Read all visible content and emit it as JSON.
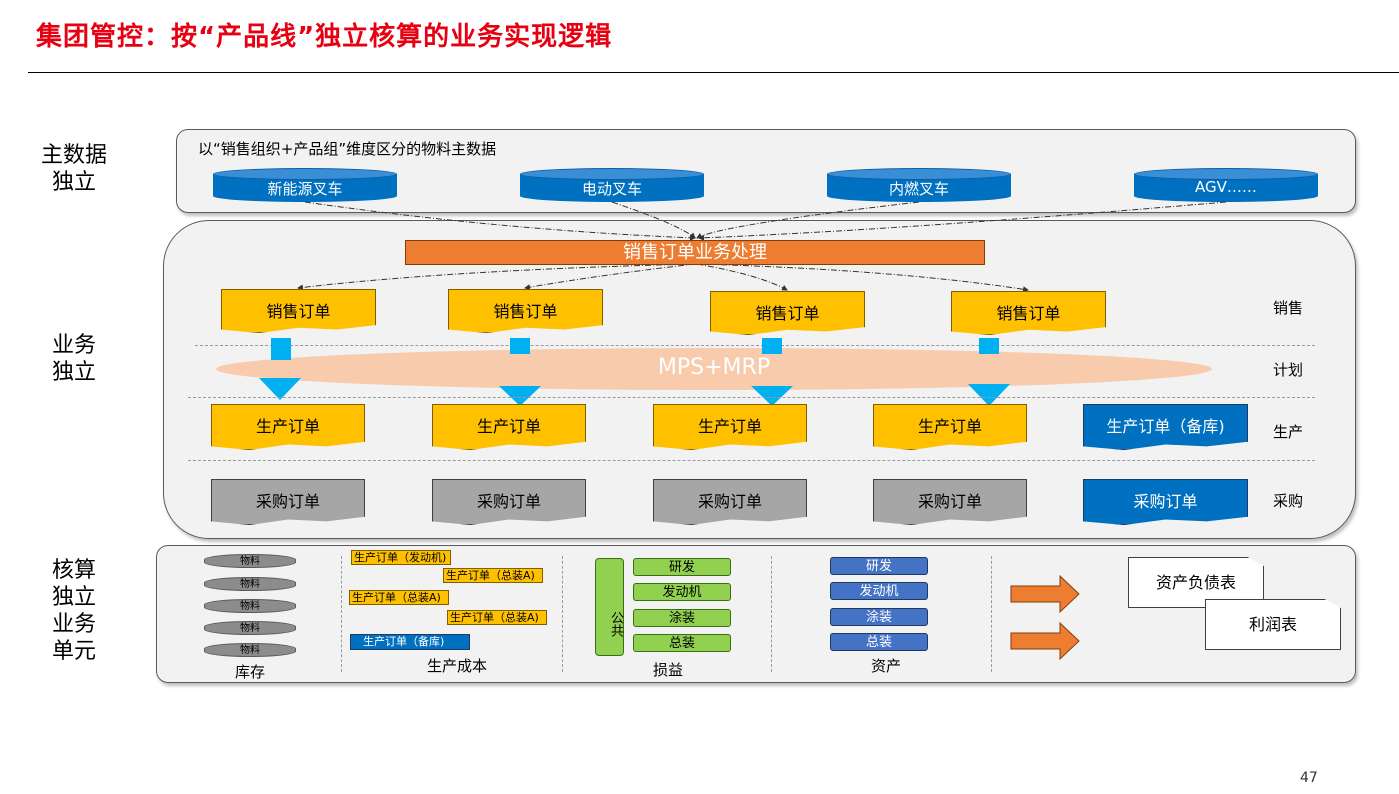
{
  "title": "集团管控：按“产品线”独立核算的业务实现逻辑",
  "side_labels": {
    "master": [
      "主数据",
      "独立"
    ],
    "business": [
      "业务",
      "独立"
    ],
    "accounting": [
      "核算",
      "独立",
      "业务",
      "单元"
    ]
  },
  "master_data": {
    "caption": "以“销售组织+产品组”维度区分的物料主数据",
    "lines": [
      "新能源叉车",
      "电动叉车",
      "内燃叉车",
      "AGV……"
    ]
  },
  "business": {
    "sales_processing": "销售订单业务处理",
    "sales_orders": [
      "销售订单",
      "销售订单",
      "销售订单",
      "销售订单"
    ],
    "planning": "MPS+MRP",
    "production_orders": [
      "生产订单",
      "生产订单",
      "生产订单",
      "生产订单",
      "生产订单（备库)"
    ],
    "purchase_orders": [
      "采购订单",
      "采购订单",
      "采购订单",
      "采购订单",
      "采购订单"
    ],
    "row_labels": [
      "销售",
      "计划",
      "生产",
      "采购"
    ]
  },
  "accounting": {
    "inventory_items": [
      "物料",
      "物料",
      "物料",
      "物料",
      "物料"
    ],
    "inventory_label": "库存",
    "cost_orders": [
      "生产订单（发动机)",
      "生产订单（总装A)",
      "生产订单（总装A)",
      "生产订单（总装A)",
      "生产订单（备库)"
    ],
    "cost_label": "生产成本",
    "public_label": "公共",
    "pl_items": [
      "研发",
      "发动机",
      "涂装",
      "总装"
    ],
    "pl_label": "损益",
    "asset_items": [
      "研发",
      "发动机",
      "涂装",
      "总装"
    ],
    "asset_label": "资产",
    "reports": [
      "资产负债表",
      "利润表"
    ]
  },
  "page_number": "47",
  "colors": {
    "title": "#e60012",
    "cylinder": "#0070c0",
    "processing": "#ed7d31",
    "sales_order": "#ffc000",
    "purchase": "#a6a6a6",
    "stock": "#0070c0",
    "mps": "#f8cbad",
    "arrow": "#00b0f0",
    "green": "#92d050",
    "blue_btn": "#4472c4"
  }
}
